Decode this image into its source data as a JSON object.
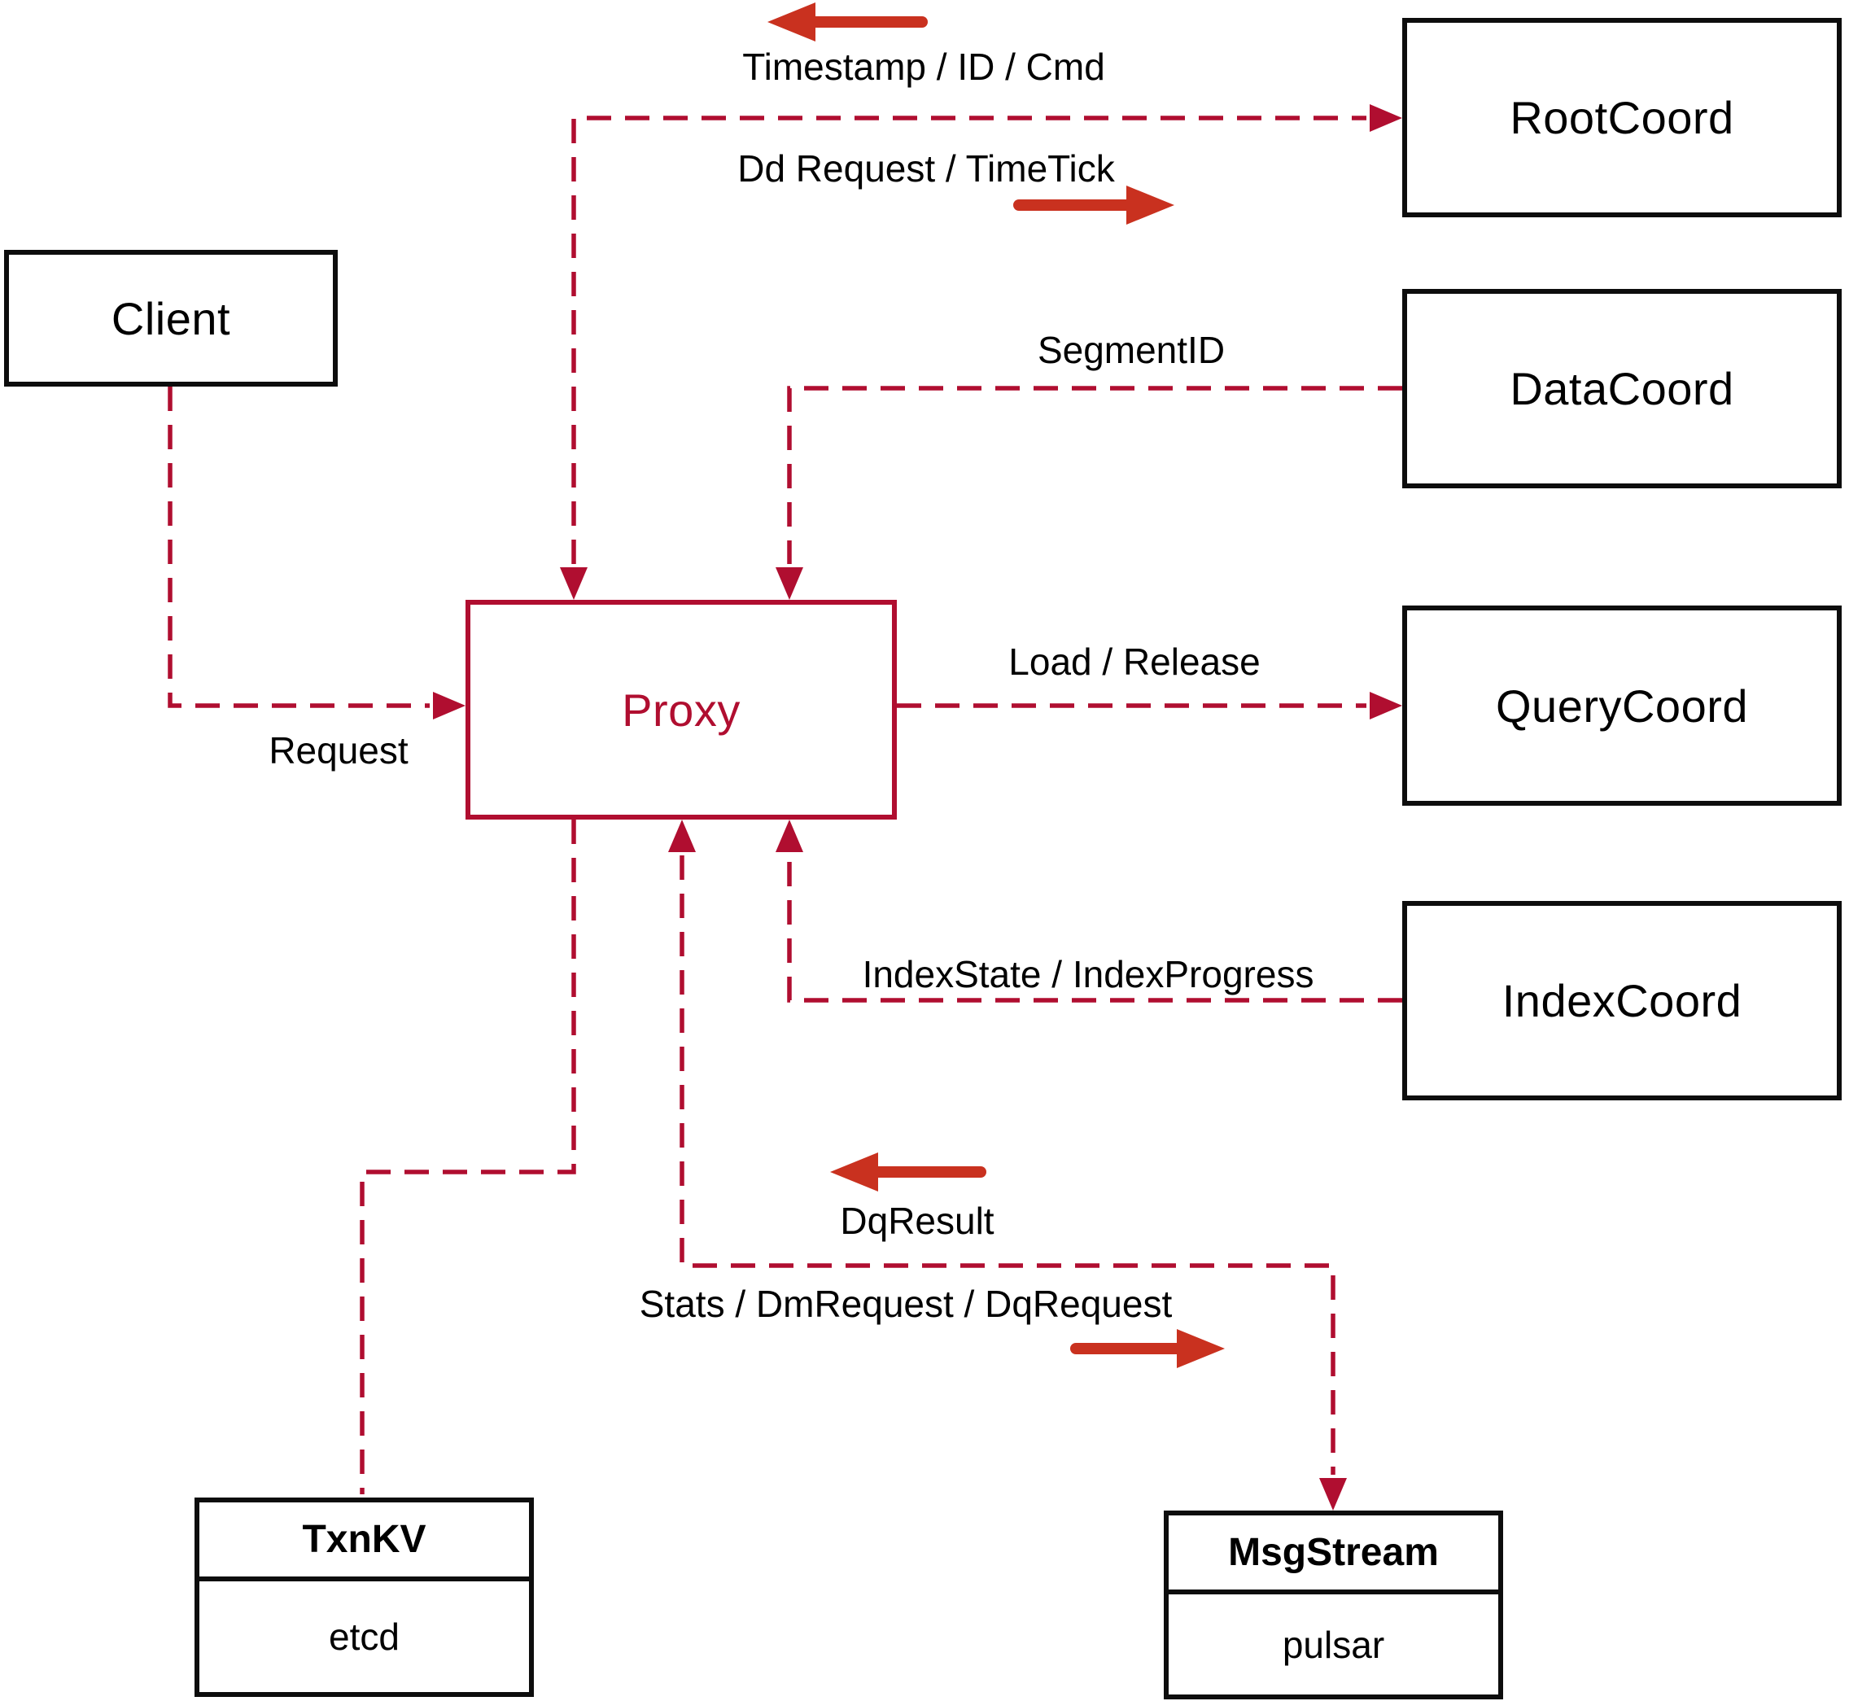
{
  "diagram": {
    "colors": {
      "connector_dash": "#b00e30",
      "solid_arrow": "#c9311f",
      "box_border": "#0d0d0d",
      "proxy_accent": "#b00e30",
      "background": "#ffffff",
      "text": "#000000"
    },
    "nodes": {
      "client": {
        "label": "Client"
      },
      "proxy": {
        "label": "Proxy"
      },
      "rootcoord": {
        "label": "RootCoord"
      },
      "datacoord": {
        "label": "DataCoord"
      },
      "querycoord": {
        "label": "QueryCoord"
      },
      "indexcoord": {
        "label": "IndexCoord"
      },
      "txnkv": {
        "label": "TxnKV",
        "implementation": "etcd"
      },
      "msgstream": {
        "label": "MsgStream",
        "implementation": "pulsar"
      }
    },
    "edges": [
      {
        "from": "Client",
        "to": "Proxy",
        "bidirectional": false,
        "labels": [
          "Request"
        ]
      },
      {
        "from": "Proxy",
        "to": "RootCoord",
        "bidirectional": true,
        "labels": [
          "Timestamp / ID / Cmd",
          "Dd Request / TimeTick"
        ]
      },
      {
        "from": "DataCoord",
        "to": "Proxy",
        "bidirectional": false,
        "labels": [
          "SegmentID"
        ]
      },
      {
        "from": "Proxy",
        "to": "QueryCoord",
        "bidirectional": false,
        "labels": [
          "Load / Release"
        ]
      },
      {
        "from": "IndexCoord",
        "to": "Proxy",
        "bidirectional": false,
        "labels": [
          "IndexState / IndexProgress"
        ]
      },
      {
        "from": "Proxy",
        "to": "TxnKV",
        "bidirectional": false,
        "labels": []
      },
      {
        "from": "Proxy",
        "to": "MsgStream",
        "bidirectional": true,
        "labels": [
          "DqResult",
          "Stats / DmRequest / DqRequest"
        ]
      }
    ]
  }
}
